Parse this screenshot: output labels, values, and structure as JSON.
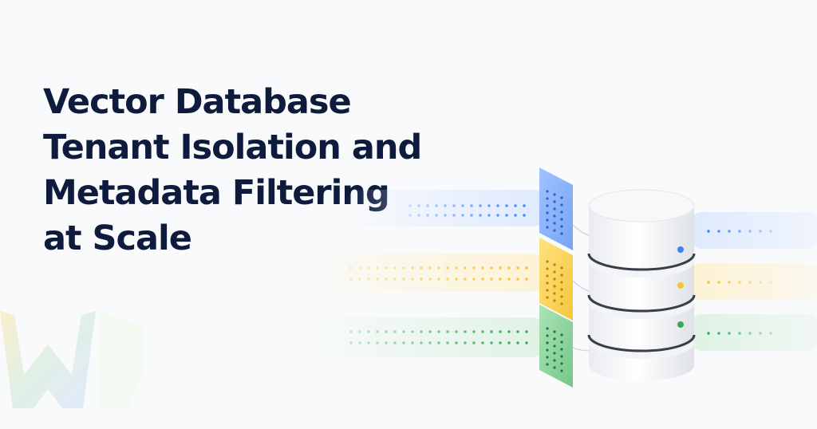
{
  "title": {
    "line1": "Vector Database",
    "line2": "Tenant Isolation and",
    "line3": "Metadata Filtering",
    "line4": "at Scale"
  },
  "colors": {
    "title": "#0e1b3d",
    "blue": "#3b82f6",
    "yellow": "#f4c430",
    "green": "#34a853",
    "background": "#f9fafb"
  },
  "icons": [
    "logo-mark",
    "database-icon",
    "vector-card-icon"
  ]
}
